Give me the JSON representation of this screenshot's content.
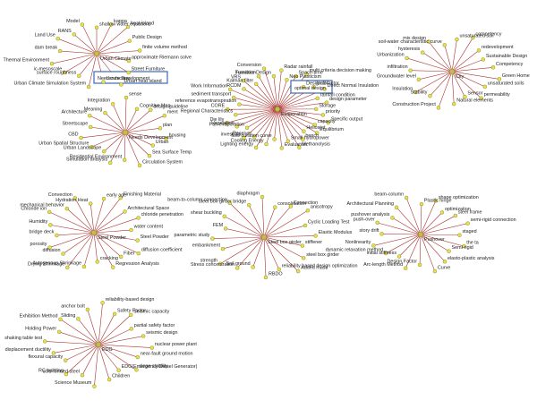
{
  "colors": {
    "edge": "#a8322e",
    "node_fill": "#e8e24a",
    "node_stroke": "#7a7a22",
    "hub_fill": "#bfbf4a",
    "highlight_box": "#3d6ab5"
  },
  "clusters": [
    {
      "id": "urban-climate",
      "hub": "Urban Climate",
      "nodes": [
        "shallow water equations",
        "kappa",
        "heat island",
        "Public Design",
        "finite volume method",
        "approximate Riemann solve",
        "Street Furniture",
        "Urban heat island",
        "Landscape",
        "Urban Climate Simulation System",
        "surface roughness",
        "ic-mesoscale",
        "Thermal Environment",
        "dam break",
        "Land Use",
        "RANS",
        "Model"
      ]
    },
    {
      "id": "needs-development",
      "hub": "Needs Development",
      "highlight": "Need cure Development",
      "nodes": [
        "Cognitive Map",
        "design guideline",
        "ment",
        "plan",
        "housing",
        "Urban",
        "Sea Surface Temp",
        "Circulation System",
        "Residential Environment",
        "Simulation analysis",
        "Urban Landscape",
        "Urban Spatial Structure",
        "CBD",
        "Streetscape",
        "Architecture",
        "Meaning",
        "Integration",
        "sense"
      ]
    },
    {
      "id": "evaporation",
      "hub": "Evaporation",
      "highlight": "optimal design",
      "nodes": [
        "Design for",
        "load factor",
        "Direct Normal Insulation",
        "rainfall condition",
        "design parameter",
        "Storage",
        "priority",
        "Specific output",
        "capacity",
        "Equilibrium",
        "Heliostat",
        "bench",
        "Methanolysis",
        "Small hydropower",
        "Evaluation",
        "flow duration curve",
        "Cooling Energy",
        "Lighting energy",
        "Receiver",
        "invest ble",
        "Pan evaporation",
        "Vegetation",
        "Die lily",
        "Regional Characteristics",
        "CORE",
        "reference evapotranspiration",
        "sediment transport",
        "Work Information",
        "RCDM",
        "VRS",
        "Kalman filter",
        "Transition",
        "Conversion",
        "Furniture Design",
        "Radar rainfall",
        "Neo Plasticism",
        "Space-time",
        "multi criteria decision making"
      ]
    },
    {
      "id": "sustainable-design",
      "hub": "City",
      "nodes": [
        "Sustainable Design",
        "Competency",
        "Green Home",
        "unsaturated soils",
        "permeability",
        "Sensor",
        "Natural elements",
        "Construction Project",
        "Stability",
        "Insulation",
        "Groundwater level",
        "infiltration",
        "Urbanization",
        "hysteresis",
        "mix design",
        "soil-water characteristic curve",
        "unsaturated soil",
        "competency",
        "redevelopment"
      ]
    },
    {
      "id": "steel-powder",
      "hub": "Steel Powder",
      "nodes": [
        "water content",
        "Steel Powder",
        "diffusion coefficient",
        "Fiber",
        "Regression Analysis",
        "cracking",
        "Autogenous Shrinkage",
        "Drying Shrinkage",
        "diffusion",
        "porosity",
        "bridge deck",
        "Humidity",
        "Chloride ion",
        "mechanical behavior",
        "Convection",
        "Hydration Heat",
        "early age",
        "Finishing Material",
        "Architectural Space",
        "chloride penetration"
      ]
    },
    {
      "id": "steel-box-girder",
      "hub": "Steel box girder",
      "nodes": [
        "stiffener",
        "steel box girder",
        "Added mass",
        "reliability based design optimization",
        "RBDO",
        "Soil ground",
        "Stress concentration",
        "strength",
        "embankment",
        "parametric study",
        "FEM",
        "shear buckling",
        "beam-to-column connection",
        "steel box girder bridge",
        "diaphragm",
        "consolidation",
        "Connection",
        "anisotropy",
        "Cyclic Loading Test",
        "Elastic Modulus"
      ]
    },
    {
      "id": "seismic",
      "hub": "Pushover",
      "nodes": [
        "Semi-rigid",
        "elasto-plastic analysis",
        "Curve",
        "Design Factor",
        "Arc-length Method",
        "initial stiffness",
        "dynamic relaxation method",
        "Nonlinearity",
        "story drift",
        "push-over",
        "pushover analysis",
        "Architectural Planning",
        "beam-column",
        "Plastic hinge",
        "shape optimization",
        "optimization",
        "steel frame",
        "semi-rigid connection",
        "staged",
        "the ta"
      ]
    },
    {
      "id": "edg",
      "hub": "EDG",
      "nodes": [
        "EDG(Emergency Diesel Generator)",
        "Children",
        "Science Museum",
        "cold-formed steel",
        "RC building",
        "flexural capacity",
        "displacement ductility",
        "shaking table test",
        "Holding Power",
        "Exhibition Method",
        "Sliding",
        "anchor bolt",
        "reliability-based design",
        "Safety Factor",
        "Seismic capacity",
        "partial safety factor",
        "seismic design",
        "nuclear power plant",
        "near-fault ground motion",
        "slope stability"
      ]
    }
  ]
}
